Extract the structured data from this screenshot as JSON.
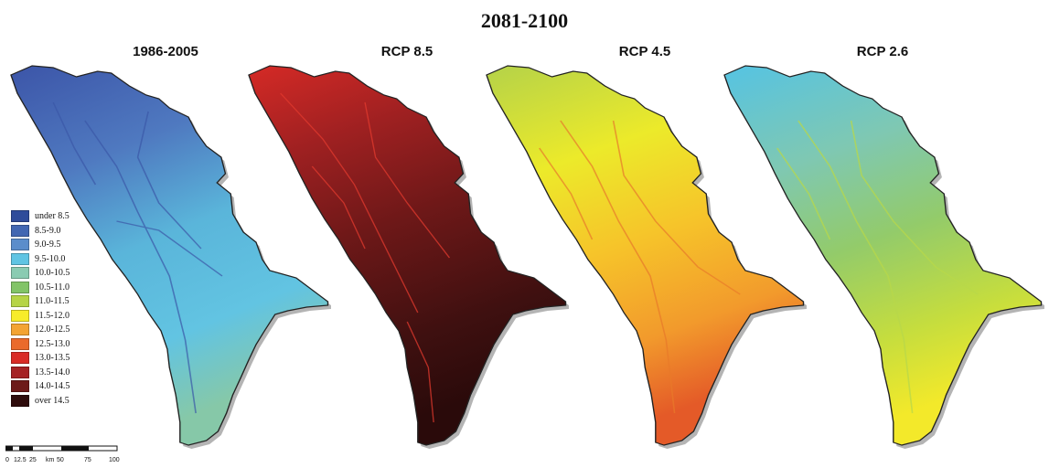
{
  "title": "2081-2100",
  "panels": [
    {
      "title": "1986-2005",
      "colors": [
        "#3c55a8",
        "#4f79c0",
        "#5ab5da",
        "#62c4e2",
        "#86c8a8"
      ]
    },
    {
      "title": "RCP 8.5",
      "colors": [
        "#d52a26",
        "#9e2021",
        "#6e1818",
        "#3f1010",
        "#2a0a0a"
      ]
    },
    {
      "title": "RCP 4.5",
      "colors": [
        "#b4d249",
        "#ecea2a",
        "#f6c42a",
        "#f29a2c",
        "#e45a28"
      ]
    },
    {
      "title": "RCP 2.6",
      "colors": [
        "#55c3e3",
        "#7fc8b2",
        "#93cb6a",
        "#c5dd3e",
        "#f3e92a"
      ]
    }
  ],
  "legend": [
    {
      "label": "under 8.5",
      "color": "#2f4c9a"
    },
    {
      "label": "8.5-9.0",
      "color": "#4267b2"
    },
    {
      "label": "9.0-9.5",
      "color": "#5b8dcb"
    },
    {
      "label": "9.5-10.0",
      "color": "#5fc4e3"
    },
    {
      "label": "10.0-10.5",
      "color": "#8acbb2"
    },
    {
      "label": "10.5-11.0",
      "color": "#82c467"
    },
    {
      "label": "11.0-11.5",
      "color": "#b6d445"
    },
    {
      "label": "11.5-12.0",
      "color": "#f7ec2a"
    },
    {
      "label": "12.0-12.5",
      "color": "#f3a433"
    },
    {
      "label": "12.5-13.0",
      "color": "#ea6a2b"
    },
    {
      "label": "13.0-13.5",
      "color": "#d92b26"
    },
    {
      "label": "13.5-14.0",
      "color": "#a52124"
    },
    {
      "label": "14.0-14.5",
      "color": "#6d1a19"
    },
    {
      "label": "over 14.5",
      "color": "#2e0b0b"
    }
  ],
  "scale": {
    "ticks": [
      "0",
      "12.5",
      "25",
      "50",
      "75",
      "100"
    ],
    "unit": "km"
  }
}
